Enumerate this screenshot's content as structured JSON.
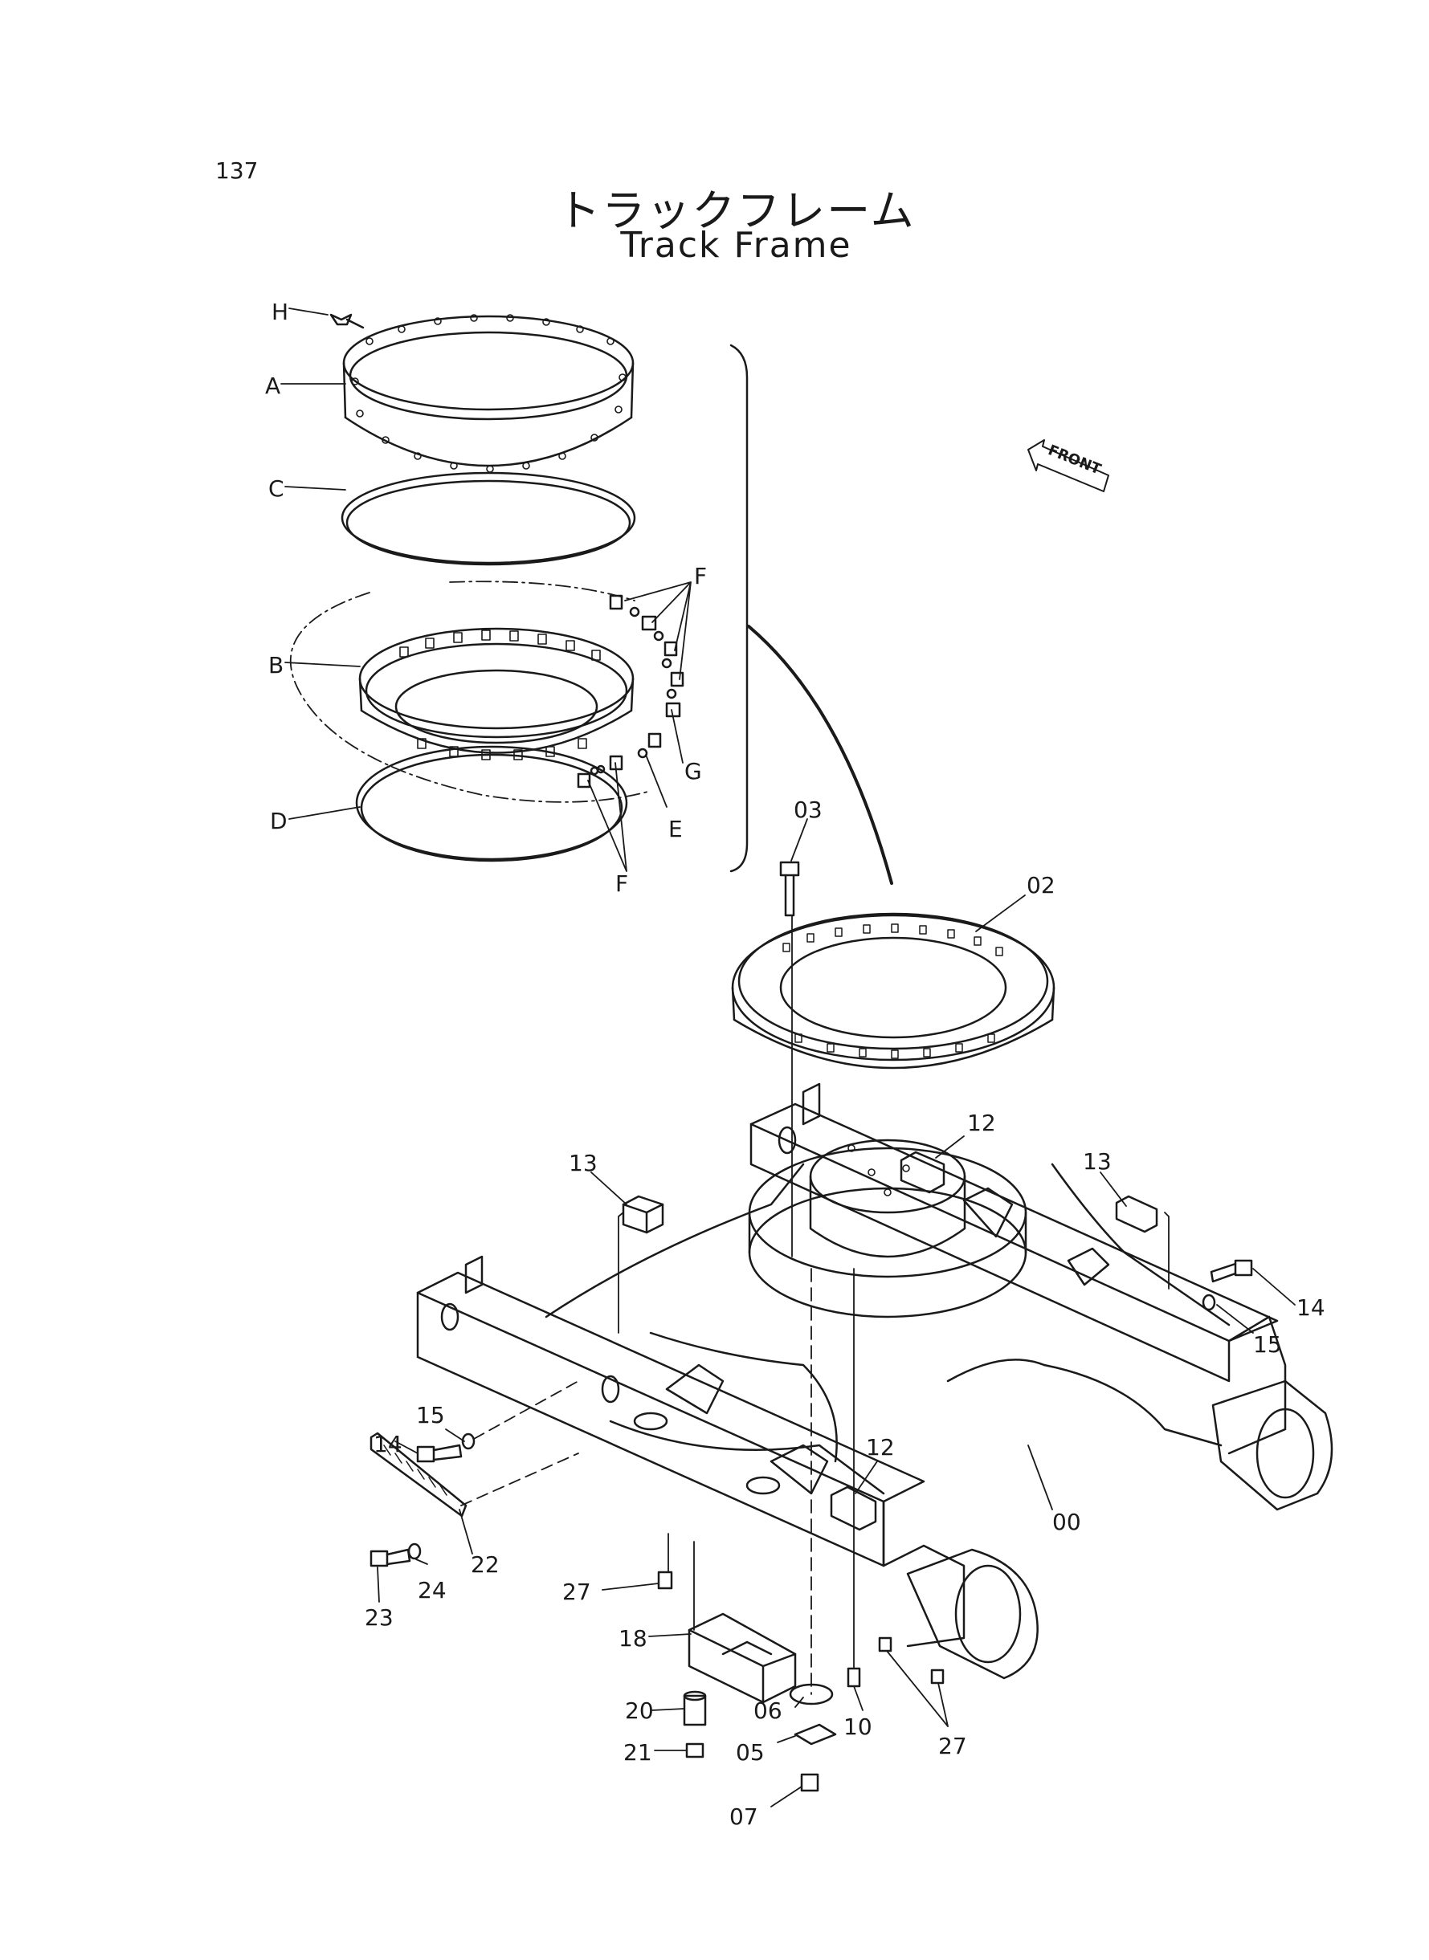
{
  "page_number": "137",
  "title_jp": "トラックフレーム",
  "title_en": "Track Frame",
  "front_indicator": "FRONT",
  "callouts": {
    "H": "H",
    "A": "A",
    "C": "C",
    "B": "B",
    "D": "D",
    "F_top": "F",
    "F_bottom": "F",
    "G": "G",
    "E": "E",
    "p00": "00",
    "p02": "02",
    "p03": "03",
    "p05": "05",
    "p06": "06",
    "p07": "07",
    "p10": "10",
    "p12_top": "12",
    "p12_mid": "12",
    "p13_left": "13",
    "p13_right": "13",
    "p14_left": "14",
    "p14_right": "14",
    "p15_left": "15",
    "p15_right": "15",
    "p18": "18",
    "p20": "20",
    "p21": "21",
    "p22": "22",
    "p23": "23",
    "p24": "24",
    "p27_left": "27",
    "p27_right": "27"
  },
  "colors": {
    "ink": "#1a1a1a",
    "background": "#ffffff"
  }
}
